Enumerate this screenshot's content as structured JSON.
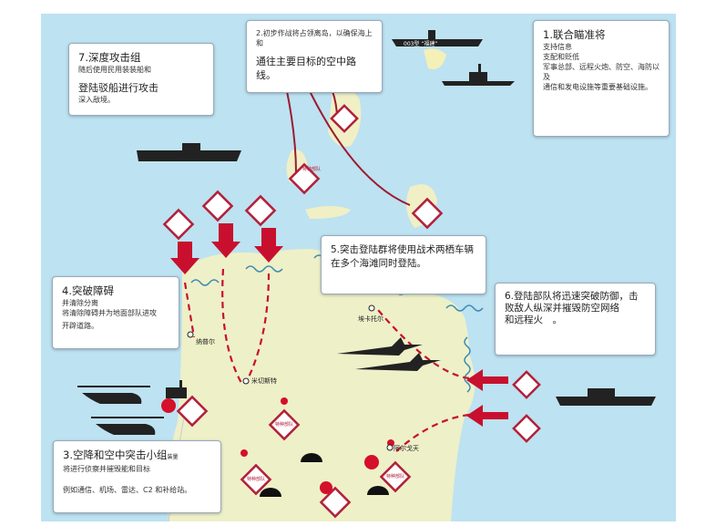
{
  "boxes": {
    "b1": {
      "title": "1.联合瞄准将",
      "lines": [
        "支持信息",
        "支配和贬低",
        "军事总部、远程火炮、防空、海防以及",
        "通信和发电设施等重要基础设施。"
      ]
    },
    "b2": {
      "small": "2.初步作战将占领离岛，以确保海上",
      "small2": "和",
      "big": "通往主要目标的空中路",
      "big2": "线。"
    },
    "b3": {
      "title": "3.空降和空中突击小组",
      "title_sup": "装量",
      "line1": "将进行侦察并摧毁能和目标",
      "line2": "例如通信、机场、雷达、C2 和补给站。"
    },
    "b4": {
      "title": "4.突破障碍",
      "line1": "并清除分离",
      "line2": "将清除障碍并为地面部队进攻",
      "line3": "开辟道路。"
    },
    "b5": {
      "line1": "5.突击登陆群将使用战术两栖车辆",
      "line2": "在多个海滩同时登陆。"
    },
    "b6": {
      "line1": "6.登陆部队将迅速突破防御，击",
      "line2": "败敌人纵深并摧毁防空网络",
      "line3": "和远程火　。"
    },
    "b7": {
      "title": "7.深度攻击组",
      "line1": "随后使用民用装装船和",
      "big": "登陆驳船进行攻击",
      "line2": "深入敌境。"
    }
  },
  "ships": {
    "carrier": "003型 “福建”"
  },
  "places": {
    "p1": "纳普尔",
    "p2": "米切斯特",
    "p3": "埃卡托尔",
    "p4": "阿尔戈天"
  },
  "unit_label": "特种部队",
  "colors": {
    "sea": "#bde2f1",
    "land": "#eef0c8",
    "red": "#c8102e",
    "dark": "#1a1a1a"
  }
}
